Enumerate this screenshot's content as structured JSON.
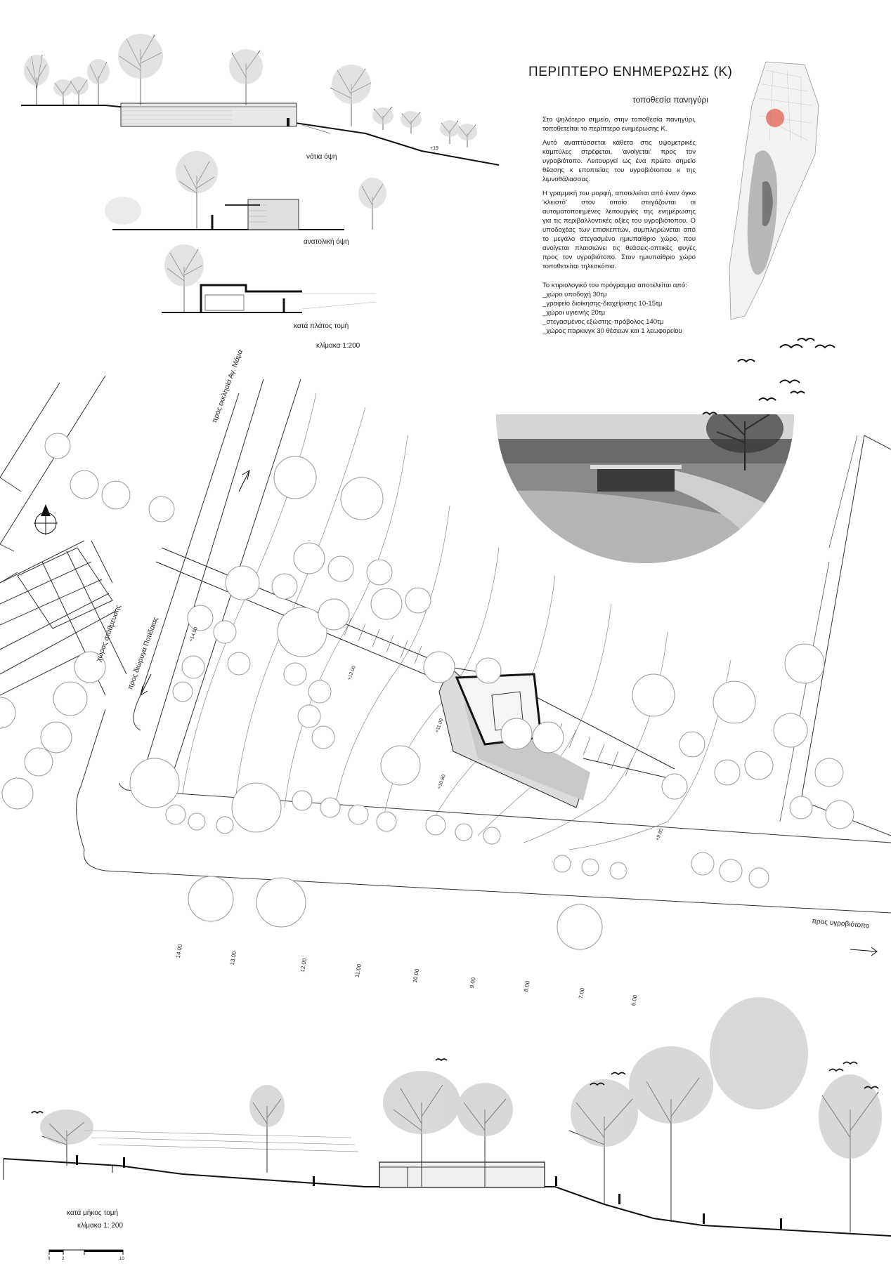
{
  "header": {
    "title": "ΠΕΡΙΠΤΕΡΟ ΕΝΗΜΕΡΩΣΗΣ  (Κ)",
    "subtitle": "τοποθεσία πανηγύρι"
  },
  "description": [
    "Στο ψηλότερο σημείο, στην τοποθεσία πανηγύρι, τοποθετείται το περίπτερο ενημέρωσης Κ.",
    "Αυτό αναπτύσσεται κάθετα στις υψομετρικές καμπύλες στρέφεται, 'ανοίγεται' προς τον υγροβιότοπο. Λειτουργεί ως ένα πρώτο σημείο θέασης κ εποπτείας του υγροβιότοπου κ της λιμνοθάλασσας.",
    "Η γραμμική του μορφή, αποτελείται από έναν όγκο 'κλειστό' στον οποίο στεγάζονται οι αυτοματοποιημένες λειτουργίες της ενημέρωσης για τις περιβαλλοντικές αξίες του υγροβιότοπου. Ο υποδοχέας των επισκεπτών, συμπληρώνεται από το μεγάλο στεγασμένο ημιυπαίθριο χώρο, που ανοίγεται πλαισιώνει τις θεάσεις-οπτικές φυγές προς τον υγροβιότοπο. Στον ημιυπαίθριο χώρο τοποθετείται τηλεσκόπιο."
  ],
  "program": {
    "intro": "Το κτιριολογικό του πρόγραμμα αποτελείται από:",
    "items": [
      "_χώρο υποδοχή 30τμ",
      "_γραφείο διοίκησης-διαχείρισης 10-15τμ",
      "_χώροι υγιεινής 20τμ",
      "_στεγασμένος εξώστης-πρόβολος 140τμ",
      "_χώρος παρκινγκ 30 θέσεων και 1 λεωφορείου"
    ]
  },
  "elevations": {
    "south": "νότια όψη",
    "east": "ανατολική όψη",
    "section_width": "κατά πλάτος τομή",
    "scale": "κλίμακα 1:200",
    "level_1": "+19"
  },
  "plan": {
    "road_to_church": "προς εκκλησία Αγ. Μάμα",
    "road_to_potidaia": "προς διώρυγα Ποτίδαιας",
    "parking": "χώρος στάθμευσης",
    "to_wetland": "προς υγροβιότοπο",
    "levels": [
      "+14.00",
      "+12.00",
      "+11.00",
      "+10.80",
      "+9.80"
    ],
    "contours": [
      "14.00",
      "13.00",
      "12.00",
      "11.00",
      "10.00",
      "9.00",
      "8.00",
      "7.00",
      "6.00"
    ]
  },
  "section_long": {
    "label": "κατά μήκος τομή",
    "scale": "κλίμακα 1: 200",
    "bar_ticks": [
      "0",
      "2",
      "10"
    ]
  }
}
